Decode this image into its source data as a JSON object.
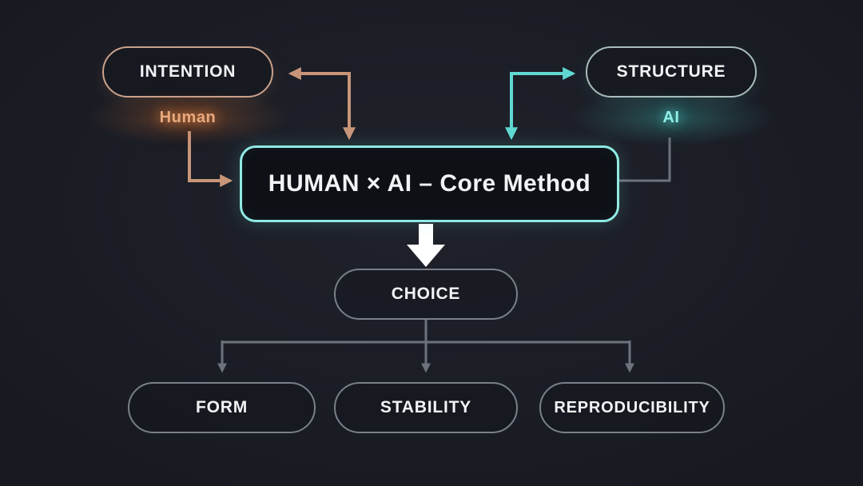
{
  "diagram": {
    "nodes": {
      "intention": {
        "label": "INTENTION",
        "tag": "Human"
      },
      "structure": {
        "label": "STRUCTURE",
        "tag": "AI"
      },
      "core": {
        "label": "HUMAN × AI – Core Method"
      },
      "choice": {
        "label": "CHOICE"
      },
      "form": {
        "label": "FORM"
      },
      "stability": {
        "label": "STABILITY"
      },
      "reproducibility": {
        "label": "REPRODUCIBILITY"
      }
    },
    "colors": {
      "background": "#191b23",
      "human_accent": "#c99579",
      "human_text": "#e9a97e",
      "ai_accent": "#5fd9d2",
      "ai_text": "#8ff0e8",
      "core_border": "#8feae3",
      "gray_line": "#6d727d",
      "node_border_gray": "#7a7f89",
      "text": "#f2f3f5",
      "arrow_white": "#ffffff"
    }
  }
}
